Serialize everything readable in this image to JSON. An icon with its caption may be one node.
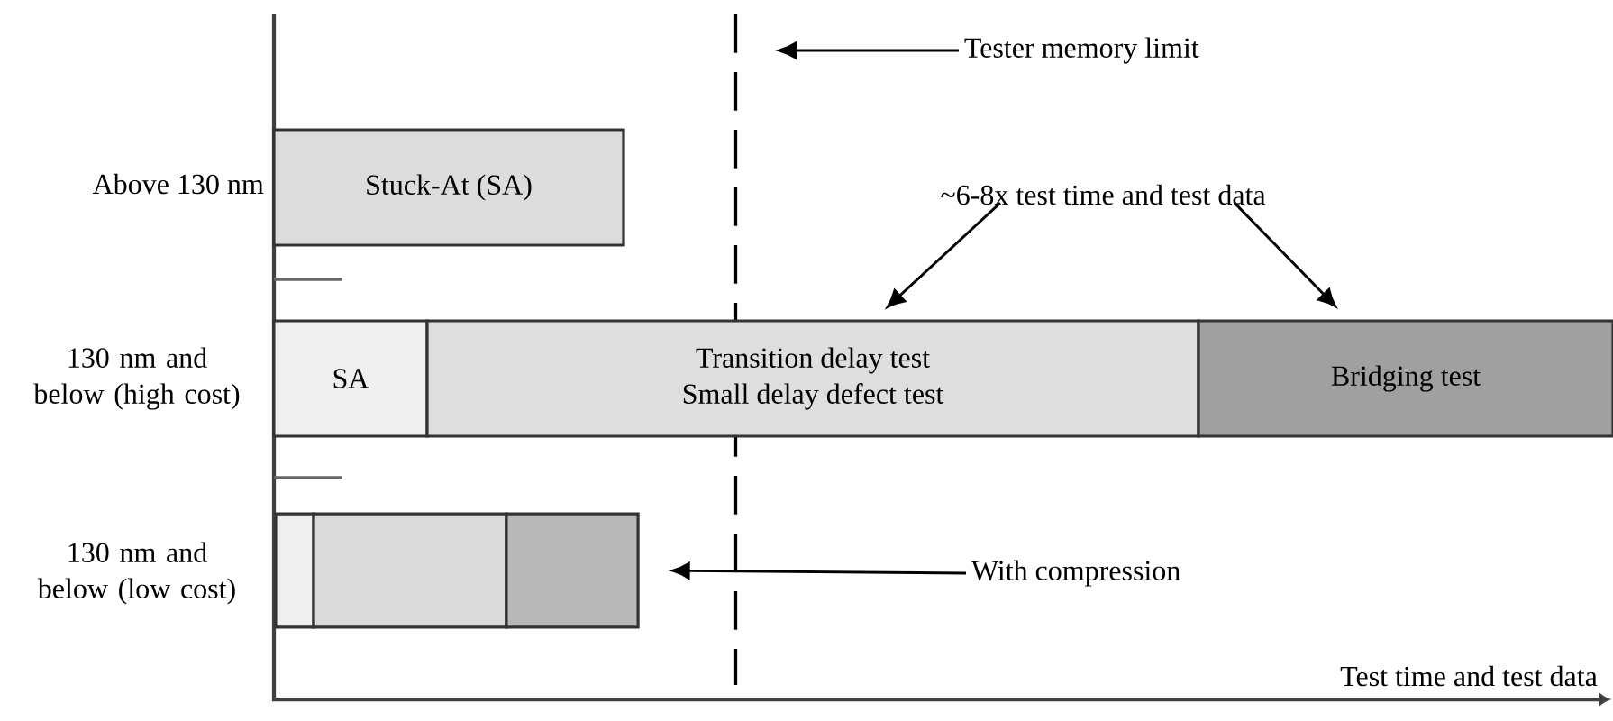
{
  "diagram": {
    "nodes": [
      {
        "text": [
          "Stuck-At (SA)"
        ]
      },
      {
        "text": [
          "SA"
        ]
      },
      {
        "text": [
          "Transition delay test",
          "Small delay defect test"
        ]
      },
      {
        "text": [
          "Bridging test"
        ]
      },
      {
        "text": [],
        "shape": "box"
      },
      {
        "text": [],
        "shape": "box"
      },
      {
        "text": [],
        "shape": "box"
      },
      {
        "text": [
          "Tester memory limit"
        ]
      },
      {
        "text": [
          "~6-8x test time and test data"
        ]
      },
      {
        "text": [
          "With compression"
        ]
      }
    ],
    "edges": [
      {
        "from": 7,
        "to": null,
        "arrow": "to"
      },
      {
        "from": 8,
        "to": 2,
        "arrow": "to"
      },
      {
        "from": 8,
        "to": 3,
        "arrow": "to"
      },
      {
        "from": 9,
        "to": 6,
        "arrow": "to"
      }
    ],
    "labels": [
      "Above 130 nm",
      "130 nm and below (high cost)",
      "130 nm and below (low cost)",
      "Test time and test data"
    ]
  }
}
